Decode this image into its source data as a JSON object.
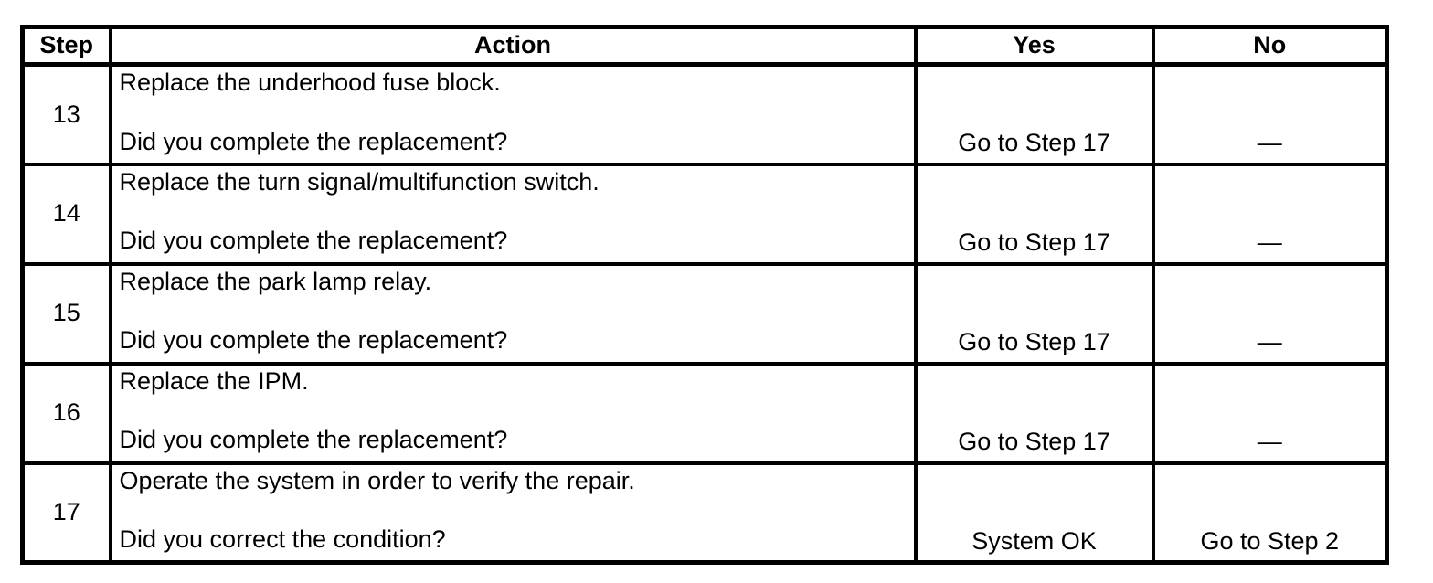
{
  "table": {
    "headers": {
      "step": "Step",
      "action": "Action",
      "yes": "Yes",
      "no": "No"
    },
    "rows": [
      {
        "step": "13",
        "instruction": "Replace the underhood fuse block.",
        "question": "Did you complete the replacement?",
        "yes": "Go to Step 17",
        "no": "—"
      },
      {
        "step": "14",
        "instruction": "Replace the turn signal/multifunction switch.",
        "question": "Did you complete the replacement?",
        "yes": "Go to Step 17",
        "no": "—"
      },
      {
        "step": "15",
        "instruction": "Replace the park lamp relay.",
        "question": "Did you complete the replacement?",
        "yes": "Go to Step 17",
        "no": "—"
      },
      {
        "step": "16",
        "instruction": "Replace the IPM.",
        "question": "Did you complete the replacement?",
        "yes": "Go to Step 17",
        "no": "—"
      },
      {
        "step": "17",
        "instruction": "Operate the system in order to verify the repair.",
        "question": "Did you correct the condition?",
        "yes": "System OK",
        "no": "Go to Step 2"
      }
    ],
    "colors": {
      "border": "#000000",
      "background": "#ffffff",
      "text": "#000000"
    }
  }
}
